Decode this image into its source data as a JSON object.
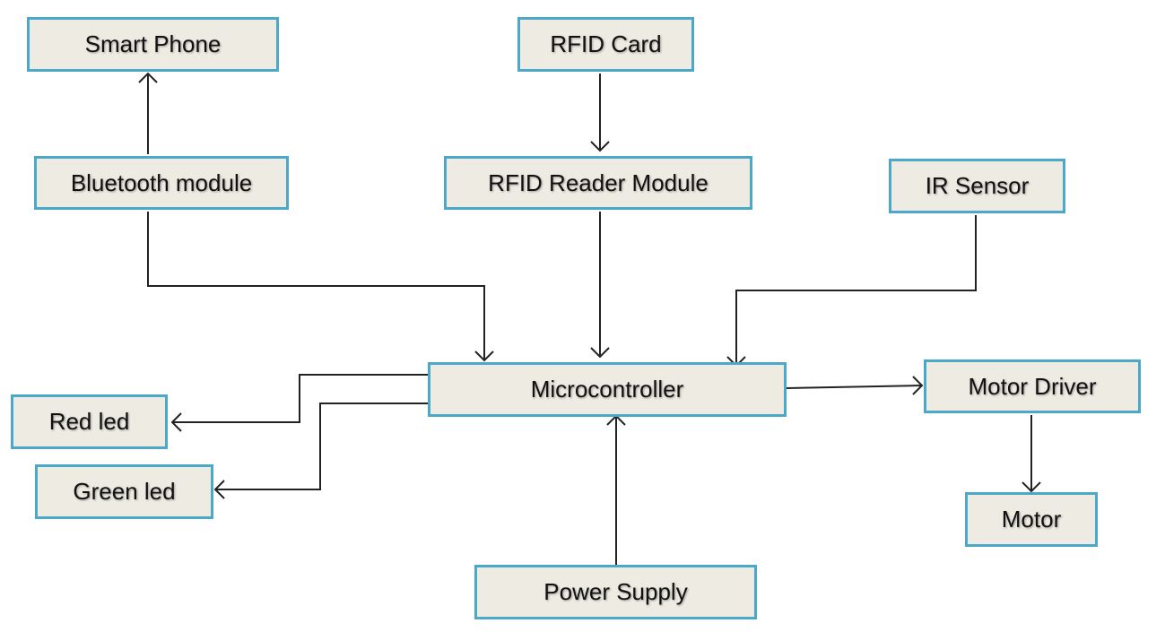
{
  "diagram": {
    "title": "",
    "colors": {
      "block_fill": "#eeebe3",
      "block_border": "#4ba8c8",
      "wire": "#222222",
      "text": "#111111"
    },
    "blocks": [
      {
        "id": "smart-phone",
        "label": "Smart Phone"
      },
      {
        "id": "rfid-card",
        "label": "RFID Card"
      },
      {
        "id": "bluetooth-module",
        "label": "Bluetooth module"
      },
      {
        "id": "rfid-reader-module",
        "label": "RFID Reader Module"
      },
      {
        "id": "ir-sensor",
        "label": "IR Sensor"
      },
      {
        "id": "microcontroller",
        "label": "Microcontroller"
      },
      {
        "id": "motor-driver",
        "label": "Motor Driver"
      },
      {
        "id": "red-led",
        "label": "Red led"
      },
      {
        "id": "green-led",
        "label": "Green led"
      },
      {
        "id": "motor",
        "label": "Motor"
      },
      {
        "id": "power-supply",
        "label": "Power Supply"
      }
    ],
    "connections": [
      {
        "from": "bluetooth-module",
        "to": "smart-phone"
      },
      {
        "from": "rfid-card",
        "to": "rfid-reader-module"
      },
      {
        "from": "bluetooth-module",
        "to": "microcontroller"
      },
      {
        "from": "rfid-reader-module",
        "to": "microcontroller"
      },
      {
        "from": "ir-sensor",
        "to": "microcontroller"
      },
      {
        "from": "microcontroller",
        "to": "red-led"
      },
      {
        "from": "microcontroller",
        "to": "green-led"
      },
      {
        "from": "microcontroller",
        "to": "motor-driver"
      },
      {
        "from": "motor-driver",
        "to": "motor"
      },
      {
        "from": "power-supply",
        "to": "microcontroller"
      }
    ]
  }
}
